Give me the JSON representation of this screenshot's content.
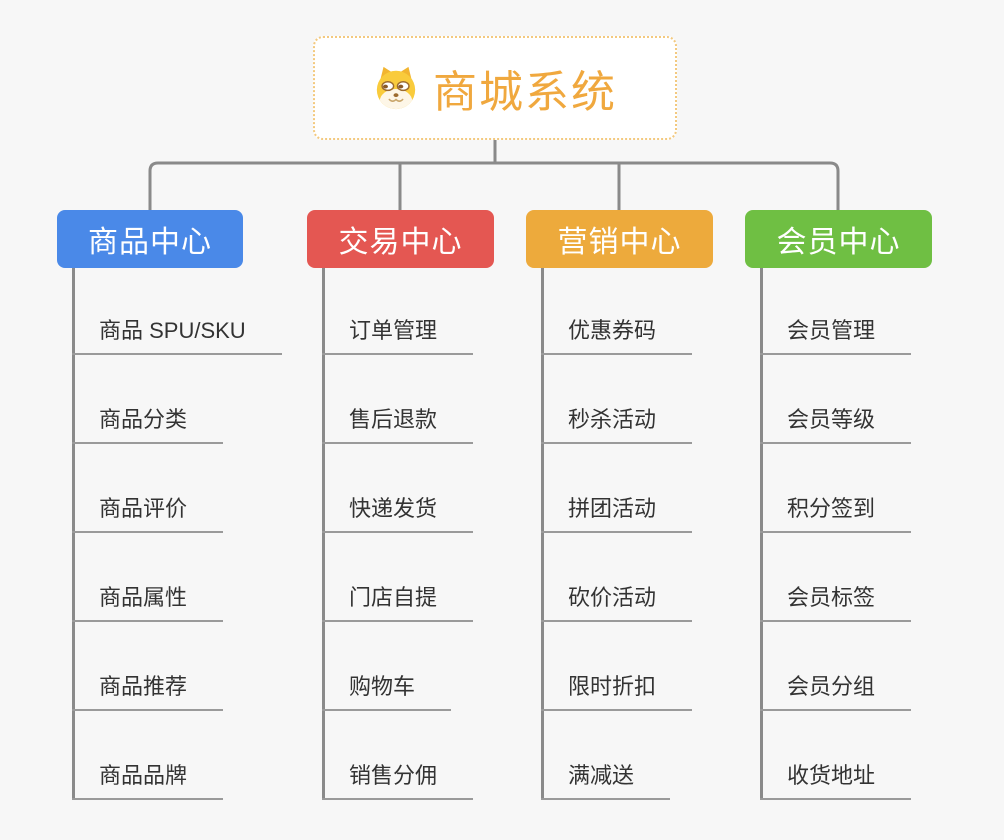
{
  "root": {
    "title": "商城系统"
  },
  "branches": [
    {
      "label": "商品中心",
      "color": "#4a89e8",
      "items": [
        "商品 SPU/SKU",
        "商品分类",
        "商品评价",
        "商品属性",
        "商品推荐",
        "商品品牌"
      ]
    },
    {
      "label": "交易中心",
      "color": "#e45752",
      "items": [
        "订单管理",
        "售后退款",
        "快递发货",
        "门店自提",
        "购物车",
        "销售分佣"
      ]
    },
    {
      "label": "营销中心",
      "color": "#edaa3c",
      "items": [
        "优惠券码",
        "秒杀活动",
        "拼团活动",
        "砍价活动",
        "限时折扣",
        "满减送"
      ]
    },
    {
      "label": "会员中心",
      "color": "#6fbf43",
      "items": [
        "会员管理",
        "会员等级",
        "积分签到",
        "会员标签",
        "会员分组",
        "收货地址"
      ]
    }
  ],
  "colors": {
    "background": "#f7f7f7",
    "connector": "#8a8a8a",
    "underline": "#9a9a9a",
    "item_text": "#333333",
    "root_text": "#f0a83e",
    "root_border": "#f3c97f"
  }
}
